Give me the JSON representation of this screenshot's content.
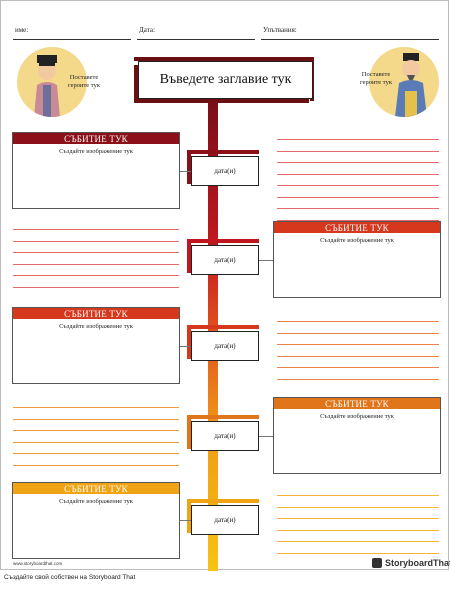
{
  "header": {
    "name_label": "име:",
    "date_label": "Дата:",
    "questions_label": "Упътвания:"
  },
  "portraits": {
    "left_text": "Поставете героите тук",
    "right_text": "Поставете героите тук"
  },
  "title": "Въведете заглавие тук",
  "dates": [
    "дата(и)",
    "дата(и)",
    "дата(и)",
    "дата(и)",
    "дата(и)"
  ],
  "events": [
    {
      "heading": "СЪБИТИЕ ТУК",
      "subtitle": "Създайте изображение тук",
      "color": "#8b1019"
    },
    {
      "heading": "СЪБИТИЕ ТУК",
      "subtitle": "Създайте изображение тук",
      "color": "#d5381d"
    },
    {
      "heading": "СЪБИТИЕ ТУК",
      "subtitle": "Създайте изображение тук",
      "color": "#d5381d"
    },
    {
      "heading": "СЪБИТИЕ ТУК",
      "subtitle": "Създайте изображение тук",
      "color": "#e0751a"
    },
    {
      "heading": "СЪБИТИЕ ТУК",
      "subtitle": "Създайте изображение тук",
      "color": "#f0a415"
    }
  ],
  "footer": {
    "url": "www.storyboardthat.com",
    "logo_text": "StoryboardThat",
    "caption": "Създайте свой собствен на Storyboard That"
  },
  "colors": {
    "dark_red": "#6b0f12",
    "ruled_line": "#e46a6a",
    "portrait_bg": "#f5d98b"
  }
}
